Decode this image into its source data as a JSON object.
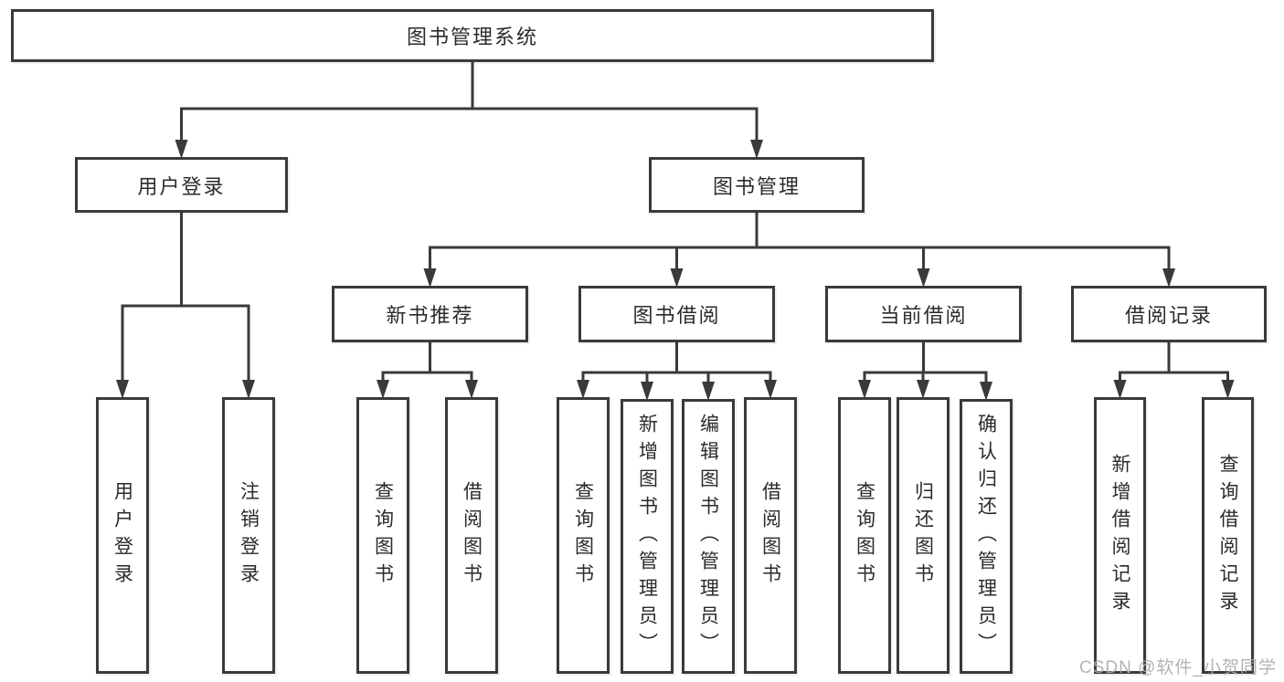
{
  "diagram": {
    "title": "图书管理系统",
    "watermark": "CSDN @软件_小贺同学",
    "colors": {
      "line": "#3a3a3a",
      "text": "#2b2b2b",
      "watermark": "#acacac",
      "background": "#ffffff"
    },
    "nodes": [
      {
        "id": "root",
        "label": "图书管理系统",
        "parent": null,
        "orientation": "h"
      },
      {
        "id": "user-login-branch",
        "label": "用户登录",
        "parent": "root",
        "orientation": "h"
      },
      {
        "id": "book-mgmt",
        "label": "图书管理",
        "parent": "root",
        "orientation": "h"
      },
      {
        "id": "login",
        "label": "用户登录",
        "parent": "user-login-branch",
        "orientation": "v"
      },
      {
        "id": "logout",
        "label": "注销登录",
        "parent": "user-login-branch",
        "orientation": "v"
      },
      {
        "id": "new-book-rec",
        "label": "新书推荐",
        "parent": "book-mgmt",
        "orientation": "h"
      },
      {
        "id": "book-borrow",
        "label": "图书借阅",
        "parent": "book-mgmt",
        "orientation": "h"
      },
      {
        "id": "current-borrow",
        "label": "当前借阅",
        "parent": "book-mgmt",
        "orientation": "h"
      },
      {
        "id": "borrow-records",
        "label": "借阅记录",
        "parent": "book-mgmt",
        "orientation": "h"
      },
      {
        "id": "query-book-1",
        "label": "查询图书",
        "parent": "new-book-rec",
        "orientation": "v"
      },
      {
        "id": "borrow-book-1",
        "label": "借阅图书",
        "parent": "new-book-rec",
        "orientation": "v"
      },
      {
        "id": "query-book-2",
        "label": "查询图书",
        "parent": "book-borrow",
        "orientation": "v"
      },
      {
        "id": "add-book",
        "label": "新增图书（管理员）",
        "parent": "book-borrow",
        "orientation": "v"
      },
      {
        "id": "edit-book",
        "label": "编辑图书（管理员）",
        "parent": "book-borrow",
        "orientation": "v"
      },
      {
        "id": "borrow-book-2",
        "label": "借阅图书",
        "parent": "book-borrow",
        "orientation": "v"
      },
      {
        "id": "query-book-3",
        "label": "查询图书",
        "parent": "current-borrow",
        "orientation": "v"
      },
      {
        "id": "return-book",
        "label": "归还图书",
        "parent": "current-borrow",
        "orientation": "v"
      },
      {
        "id": "confirm-return",
        "label": "确认归还（管理员）",
        "parent": "current-borrow",
        "orientation": "v"
      },
      {
        "id": "add-borrow-record",
        "label": "新增借阅记录",
        "parent": "borrow-records",
        "orientation": "v"
      },
      {
        "id": "query-borrow-record",
        "label": "查询借阅记录",
        "parent": "borrow-records",
        "orientation": "v"
      }
    ]
  }
}
